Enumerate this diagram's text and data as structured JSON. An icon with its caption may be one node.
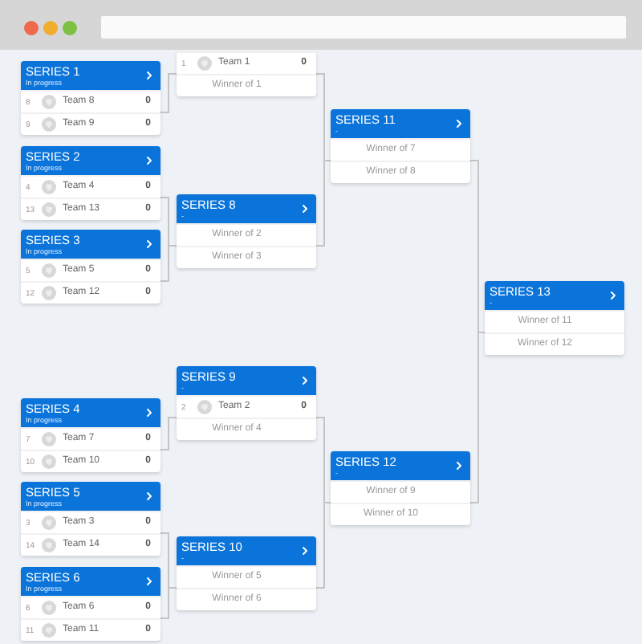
{
  "diagram": {
    "nodes": [
      {
        "text": [
          "SERIES 1",
          "In progress",
          "8",
          "Team 8",
          "0",
          "9",
          "Team 9",
          "0"
        ]
      },
      {
        "text": [
          "SERIES 2",
          "In progress",
          "4",
          "Team 4",
          "0",
          "13",
          "Team 13",
          "0"
        ]
      },
      {
        "text": [
          "SERIES 3",
          "In progress",
          "5",
          "Team 5",
          "0",
          "12",
          "Team 12",
          "0"
        ]
      },
      {
        "text": [
          "SERIES 4",
          "In progress",
          "7",
          "Team 7",
          "0",
          "10",
          "Team 10",
          "0"
        ]
      },
      {
        "text": [
          "SERIES 5",
          "In progress",
          "3",
          "Team 3",
          "0",
          "14",
          "Team 14",
          "0"
        ]
      },
      {
        "text": [
          "SERIES 6",
          "In progress",
          "6",
          "Team 6",
          "0",
          "11",
          "Team 11",
          "0"
        ]
      },
      {
        "text": [
          "1",
          "Team 1",
          "0",
          "Winner of 1"
        ]
      },
      {
        "text": [
          "SERIES 8",
          "-",
          "Winner of 2",
          "Winner of 3"
        ]
      },
      {
        "text": [
          "SERIES 9",
          "-",
          "2",
          "Team 2",
          "0",
          "Winner of 4"
        ]
      },
      {
        "text": [
          "SERIES 10",
          "-",
          "Winner of 5",
          "Winner of 6"
        ]
      },
      {
        "text": [
          "SERIES 11",
          "-",
          "Winner of 7",
          "Winner of 8"
        ]
      },
      {
        "text": [
          "SERIES 12",
          "-",
          "Winner of 9",
          "Winner of 10"
        ]
      },
      {
        "text": [
          "SERIES 13",
          "-",
          "Winner of 11",
          "Winner of 12"
        ]
      }
    ],
    "edges": [
      {
        "from": 0,
        "to": 6,
        "arrow": "none"
      },
      {
        "from": 1,
        "to": 7,
        "arrow": "none"
      },
      {
        "from": 2,
        "to": 7,
        "arrow": "none"
      },
      {
        "from": 3,
        "to": 8,
        "arrow": "none"
      },
      {
        "from": 4,
        "to": 9,
        "arrow": "none"
      },
      {
        "from": 5,
        "to": 9,
        "arrow": "none"
      },
      {
        "from": 6,
        "to": 10,
        "arrow": "none"
      },
      {
        "from": 7,
        "to": 10,
        "arrow": "none"
      },
      {
        "from": 8,
        "to": 11,
        "arrow": "none"
      },
      {
        "from": 9,
        "to": 11,
        "arrow": "none"
      },
      {
        "from": 10,
        "to": 12,
        "arrow": "none"
      },
      {
        "from": 11,
        "to": 12,
        "arrow": "none"
      }
    ]
  }
}
